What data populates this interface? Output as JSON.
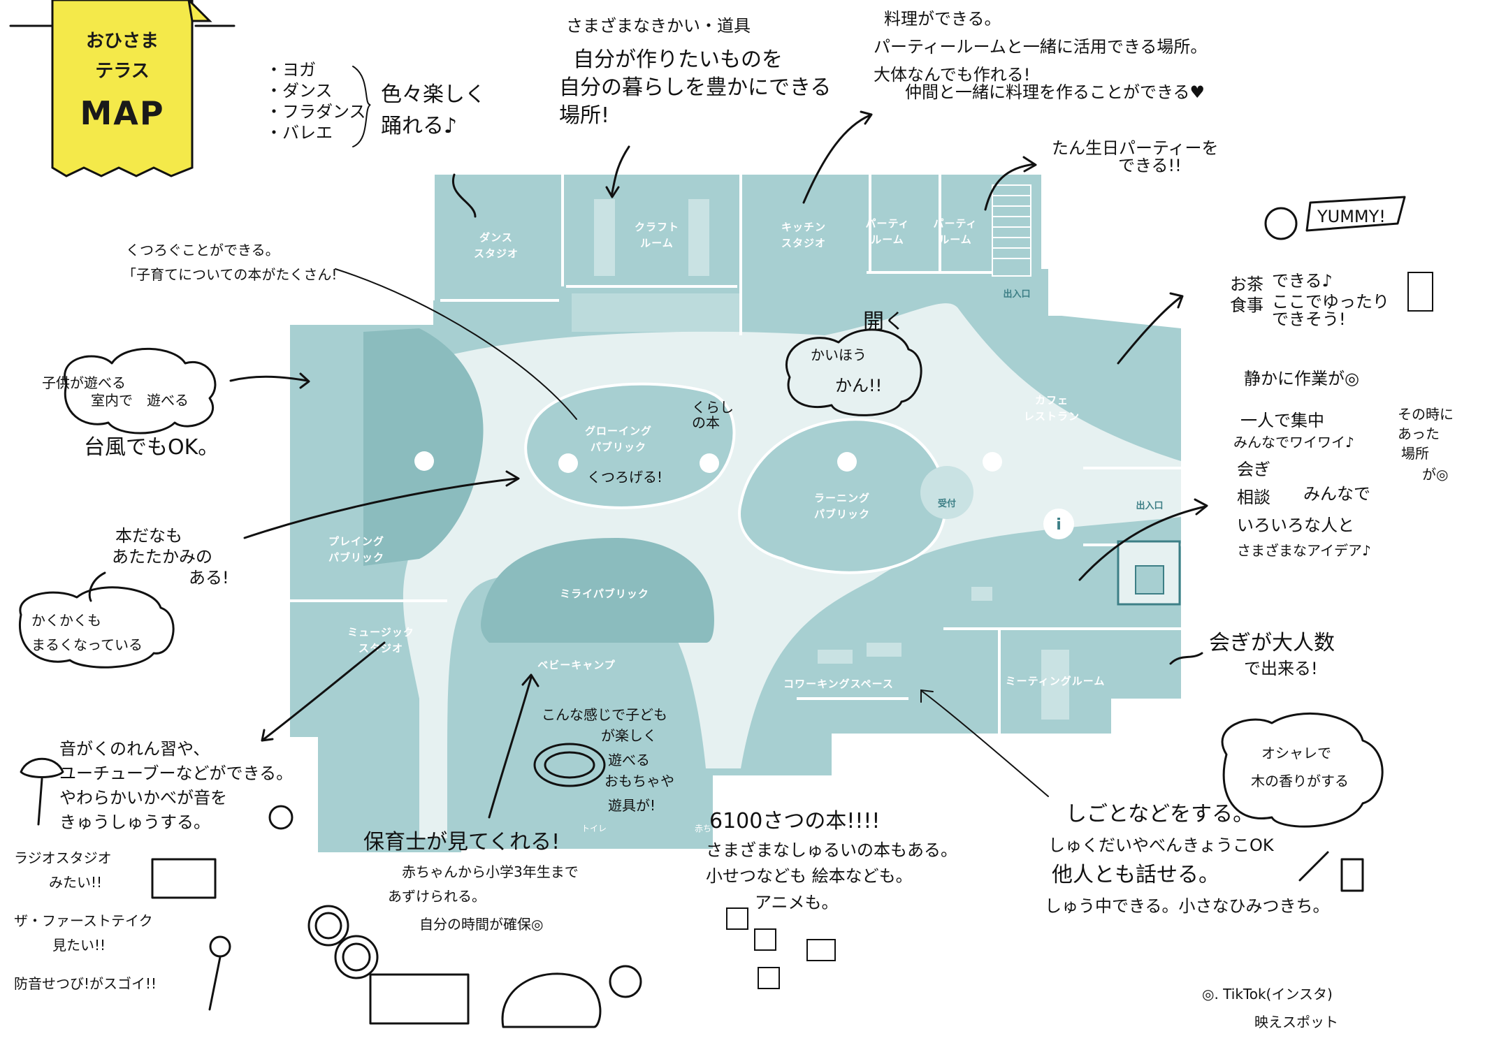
{
  "title": {
    "line1": "おひさま",
    "line2": "テラス",
    "line3": "MAP"
  },
  "rooms": {
    "dance": [
      "ダンス",
      "スタジオ"
    ],
    "craft": [
      "クラフト",
      "ルーム"
    ],
    "kitchen": [
      "キッチン",
      "スタジオ"
    ],
    "party1": [
      "パーティ",
      "ルーム"
    ],
    "party2": [
      "パーティ",
      "ルーム"
    ],
    "growing": [
      "グローイング",
      "パブリック"
    ],
    "learning": [
      "ラーニング",
      "パブリック"
    ],
    "playing": [
      "プレイング",
      "パブリック"
    ],
    "mirai": "ミライパブリック",
    "music": [
      "ミュージック",
      "スタジオ"
    ],
    "baby": "ベビーキャンプ",
    "cowork": "コワーキングスペース",
    "meeting": "ミーティングルーム",
    "cafe": [
      "カフェ",
      "レストラン"
    ],
    "reception": "受付",
    "toilet1": "赤ちゃん休憩",
    "toilet2": "トイレ",
    "exit_top": "出入口",
    "exit_right": "出入口"
  },
  "notes": {
    "dance_list": [
      "・ヨガ",
      "・ダンス",
      "・フラダンス",
      "・バレエ"
    ],
    "dance_fun": [
      "色々楽しく",
      "踊れる♪"
    ],
    "tools_title": "さまざまなきかい・道具",
    "tools_body": [
      "自分が作りたいものを",
      "自分の暮らしを豊かにできる",
      "場所!"
    ],
    "cooking": [
      "料理ができる。",
      "パーティールームと一緒に活用できる場所。",
      "大体なんでも作れる!",
      "仲間と一緒に料理を作ることができる♥"
    ],
    "birthday": [
      "たん生日パーティーを",
      "できる!!"
    ],
    "yummy": "YUMMY!",
    "cafe_note": [
      "お茶",
      "食事",
      "できる♪",
      "ここでゆったり",
      "できそう!"
    ],
    "relax": [
      "くつろぐことができる。",
      "「子育てについての本がたくさん!"
    ],
    "kids_cloud": [
      "子供が遊べる",
      "室内で",
      "遊べる"
    ],
    "typhoon": "台風でもOK。",
    "books": [
      "本だなも",
      "あたたかみの",
      "ある!"
    ],
    "corners": [
      "かくかくも",
      "まるくなっている"
    ],
    "growing_tag": "くつろげる!",
    "kurashi": [
      "くらし",
      "の本"
    ],
    "kaiho": [
      "開く",
      "かいほう",
      "かん!!"
    ],
    "quiet": "静かに作業が◎",
    "work_list": [
      "一人で集中",
      "みんなでワイワイ♪",
      "会ぎ",
      "相談",
      "いろいろな人と",
      "さまざまなアイデア♪"
    ],
    "together": "みんなで",
    "somewhere": [
      "その時に",
      "あった",
      "場所",
      "が◎"
    ],
    "meeting_note": [
      "会ぎが大人数",
      "で出来る!"
    ],
    "wood": [
      "オシャレで",
      "木の香りがする"
    ],
    "music_note": [
      "音がくのれん習や、",
      "ユーチューブーなどができる。",
      "やわらかいかべが音を",
      "きゅうしゅうする。"
    ],
    "radio": [
      "ラジオスタジオ",
      "みたい!!"
    ],
    "first_take": [
      "ザ・ファーストテイク",
      "見たい!!"
    ],
    "soundproof": "防音せつび!がスゴイ!!",
    "playground": [
      "こんな感じで子ども",
      "が楽しく",
      "遊べる",
      "おもちゃや",
      "遊具が!"
    ],
    "nursery": "保育士が見てくれる!",
    "nursery_sub": [
      "赤ちゃんから小学3年生まで",
      "あずけられる。",
      "自分の時間が確保◎"
    ],
    "library": [
      "6100さつの本!!!!",
      "さまざまなしゅるいの本もある。",
      "小せつなども 絵本なども。",
      "アニメも。"
    ],
    "work": [
      "しごとなどをする。",
      "しゅくだいやべんきょうこOK",
      "他人とも話せる。",
      "しゅう中できる。小さなひみつきち。"
    ],
    "sns": [
      "◎. TikTok(インスタ)",
      "映えスポット"
    ]
  },
  "colors": {
    "teal": "#a7cfd1",
    "teal_dark": "#8bbcbe",
    "teal_light": "#c9e2e3",
    "corridor": "#e6f1f1",
    "yellow": "#f4e94a"
  }
}
